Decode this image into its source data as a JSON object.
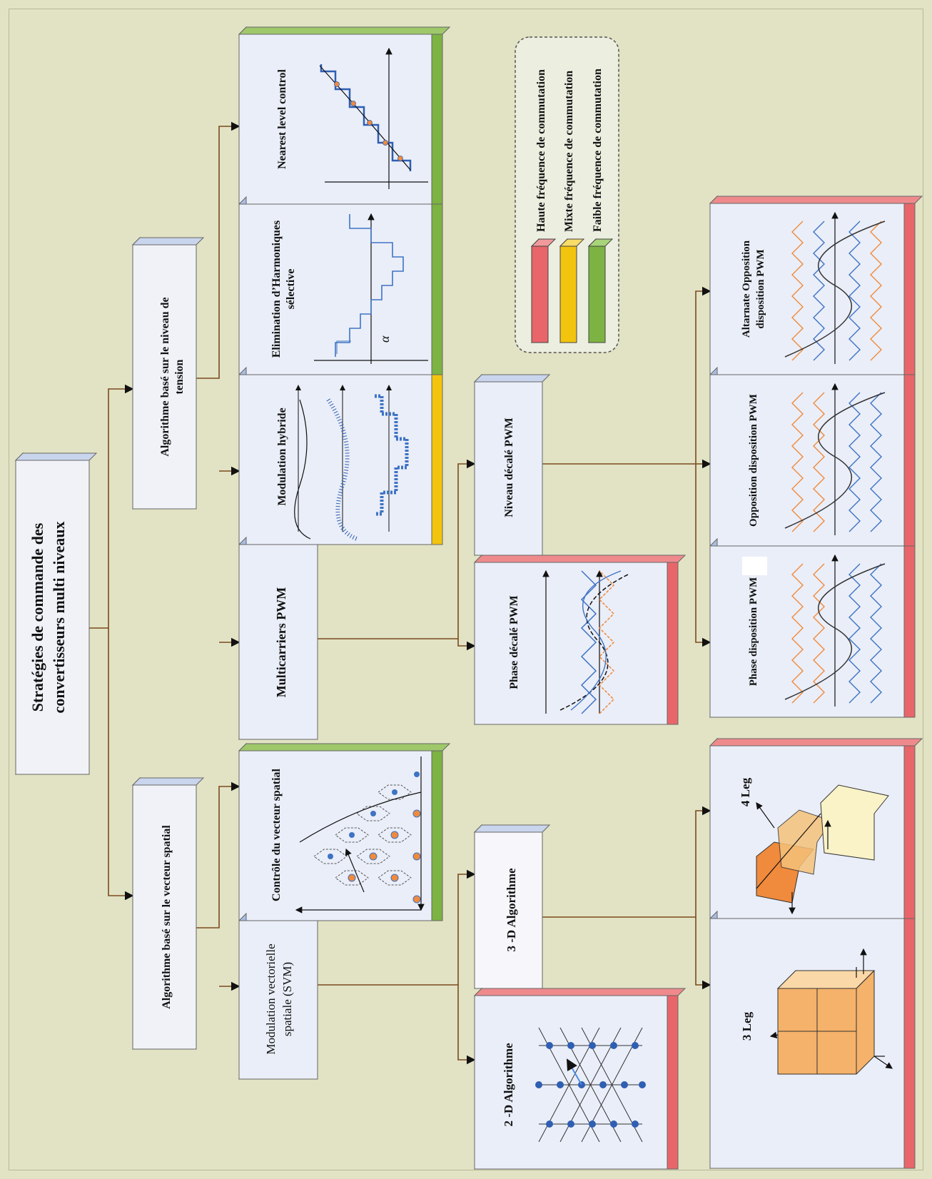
{
  "title": [
    "Stratégies de commande des",
    "convertisseurs  multi niveaux"
  ],
  "algo_vector": "Algorithme basé sur le vecteur spatial",
  "algo_level": [
    "Algorithme basé sur le niveau de",
    "tension"
  ],
  "svm": [
    "Modulation vectorielle",
    "spatiale (SVM)"
  ],
  "space_vector_control": "Contrôle du vecteur spatial",
  "multicarriers": "Multicarriers PWM",
  "hybrid": "Modulation hybride",
  "she": [
    "Elimination d’Harmoniques",
    "sélective"
  ],
  "she_alpha": "α",
  "nearest": "Nearest level control",
  "algo_2d": "2 -D  Algorithme",
  "algo_3d": "3 -D  Algorithme",
  "phase_shift": "Phase décalé PWM",
  "level_shift": "Niveau décalé PWM",
  "leg3": "3 Leg",
  "leg4": "4 Leg",
  "pd": "Phase disposition PWM",
  "pod": "Opposition disposition PWM",
  "apod": [
    "Altarnate Opposition",
    "disposition PWM"
  ],
  "legend": {
    "high": "Haute fréquence de commutation",
    "mixed": "Mixte fréquence de commutation",
    "low": "Faible fréquence de commutation"
  },
  "colors": {
    "background": "#e2e3c4",
    "box_face": "#f0f2f8",
    "box_side": "#a9bde0",
    "red": "#e8666a",
    "yellow": "#f2c40e",
    "green": "#7cb342",
    "connector": "#7a4a1e",
    "blue_wave": "#3e73c4",
    "orange_wave": "#f08a3c"
  }
}
